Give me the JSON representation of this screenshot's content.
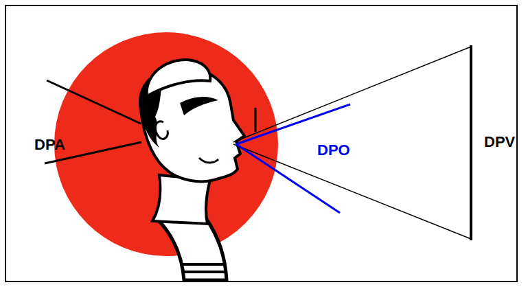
{
  "diagram": {
    "labels": [
      "DPA",
      "DPO",
      "DPV"
    ]
  }
}
